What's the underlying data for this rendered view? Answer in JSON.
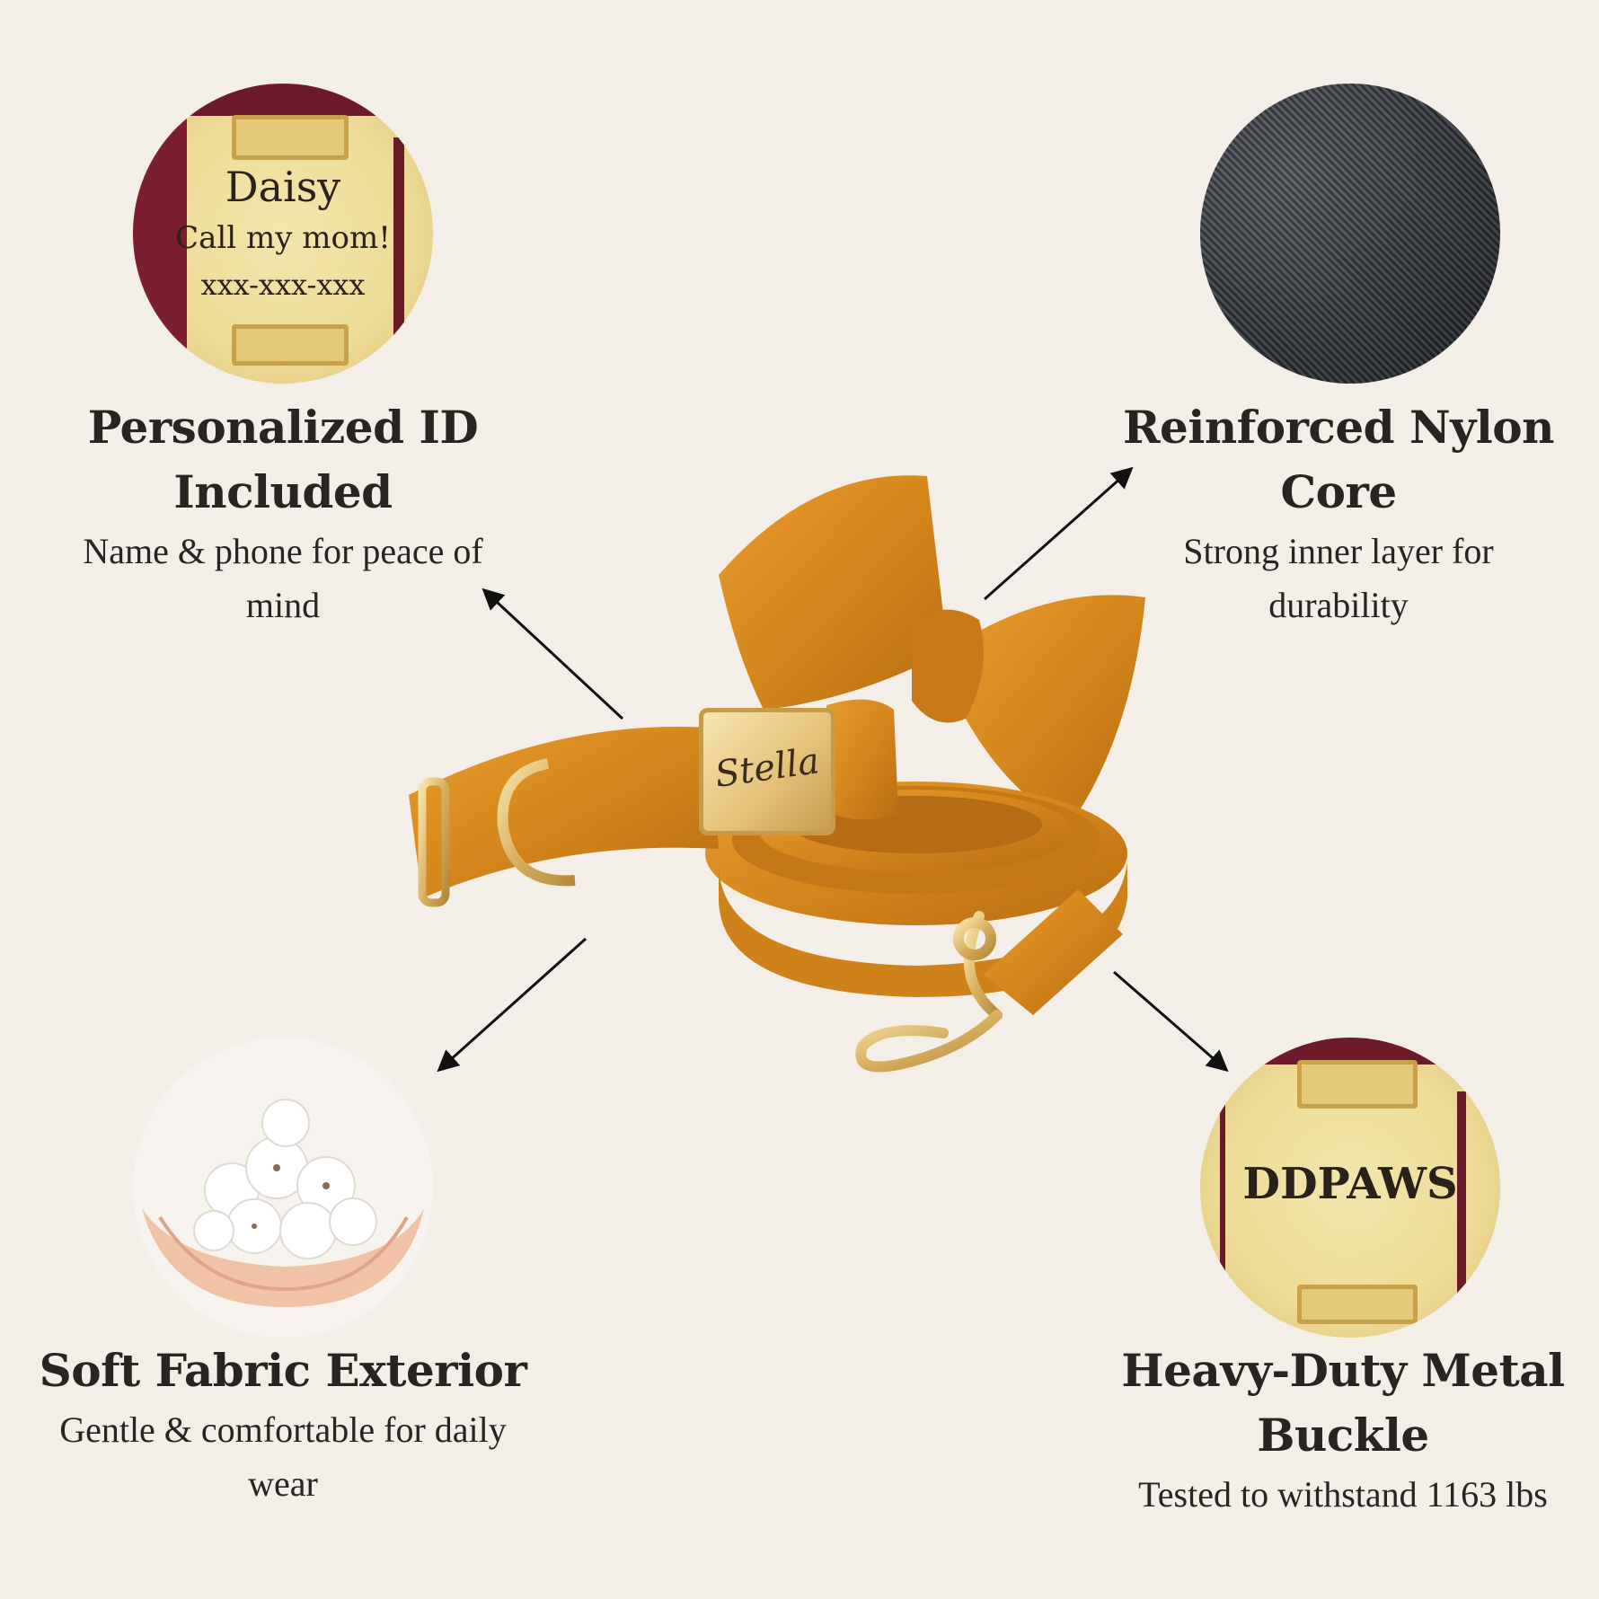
{
  "features": {
    "id_tag": {
      "title_line1": "Personalized ID",
      "title_line2": "Included",
      "desc_line1": "Name & phone for peace of",
      "desc_line2": "mind",
      "tag_name": "Daisy",
      "tag_line": "Call my mom!",
      "tag_phone": "xxx-xxx-xxx"
    },
    "nylon_core": {
      "title": "Reinforced Nylon Core",
      "desc_line1": "Strong inner layer for",
      "desc_line2": "durability"
    },
    "soft_fabric": {
      "title": "Soft Fabric Exterior",
      "desc_line1": "Gentle & comfortable for daily",
      "desc_line2": "wear"
    },
    "metal_buckle": {
      "title_line1": "Heavy-Duty Metal",
      "title_line2": "Buckle",
      "desc": "Tested to withstand 1163 lbs",
      "tag_brand": "DDPAWS"
    }
  },
  "product": {
    "buckle_engraving": "Stella",
    "color": "#d98a1f"
  }
}
